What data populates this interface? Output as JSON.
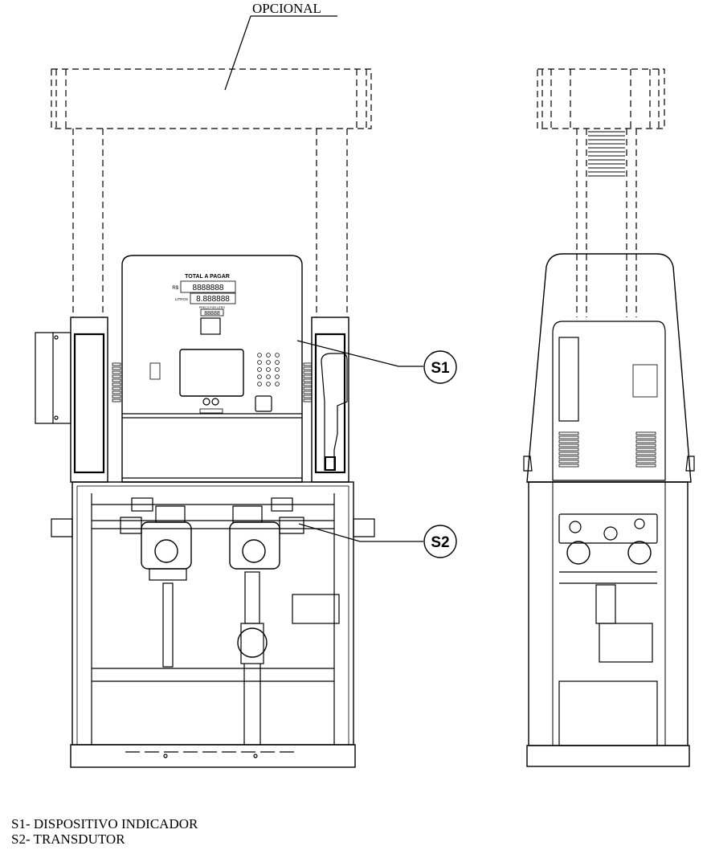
{
  "optional_label": "OPCIONAL",
  "callouts": [
    {
      "id": "s1",
      "label": "S1"
    },
    {
      "id": "s2",
      "label": "S2"
    }
  ],
  "display": {
    "title": "TOTAL A PAGAR",
    "currency": "R$",
    "currency_digits": "8888888",
    "liters_label": "LITROS",
    "liters_digits": "8.888888",
    "unit_label": "PREÇO POR LITRO",
    "unit_digits": "88888"
  },
  "legend": {
    "items": [
      "S1- DISPOSITIVO INDICADOR",
      "S2- TRANSDUTOR"
    ]
  },
  "colors": {
    "line": "#000000",
    "background": "#ffffff"
  }
}
